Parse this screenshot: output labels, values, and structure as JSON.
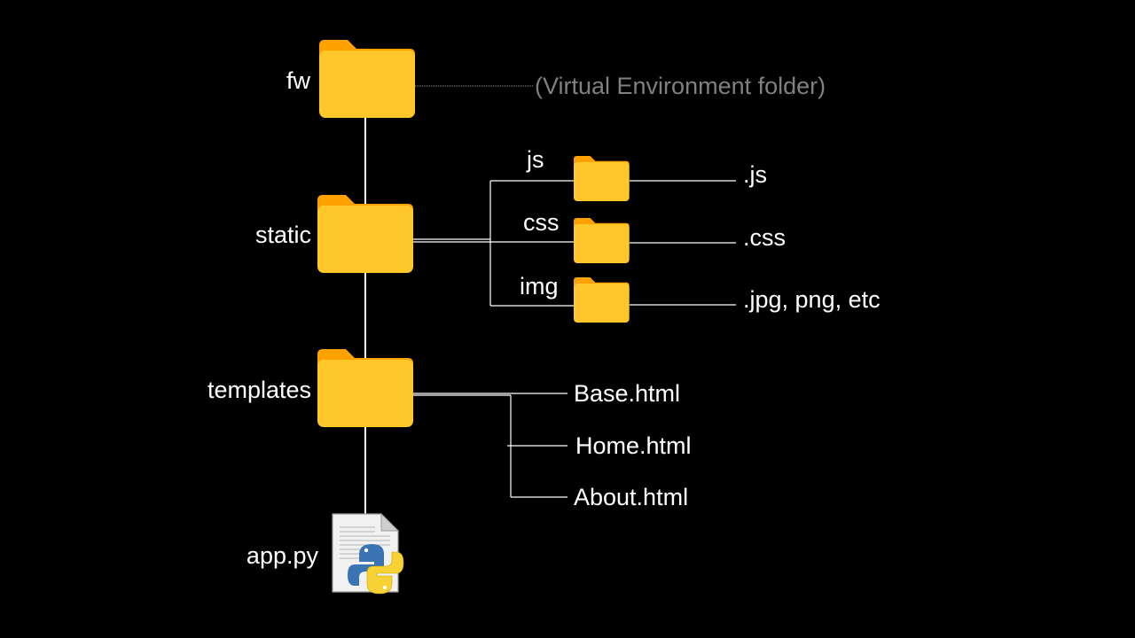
{
  "colors": {
    "background": "#000000",
    "line": "#ffffff",
    "folder_front": "#FFC729",
    "folder_back": "#FFA200",
    "muted_text": "#808080"
  },
  "folders": {
    "fw": "fw",
    "static": "static",
    "templates": "templates",
    "js": "js",
    "css": "css",
    "img": "img"
  },
  "notes": {
    "fw": "(Virtual Environment folder)"
  },
  "files": {
    "js": ".js",
    "css": ".css",
    "img": ".jpg, png, etc",
    "base": "Base.html",
    "home": "Home.html",
    "about": "About.html",
    "app": "app.py"
  },
  "icons": {
    "folder": "folder-icon",
    "python_file": "python-file-icon"
  }
}
